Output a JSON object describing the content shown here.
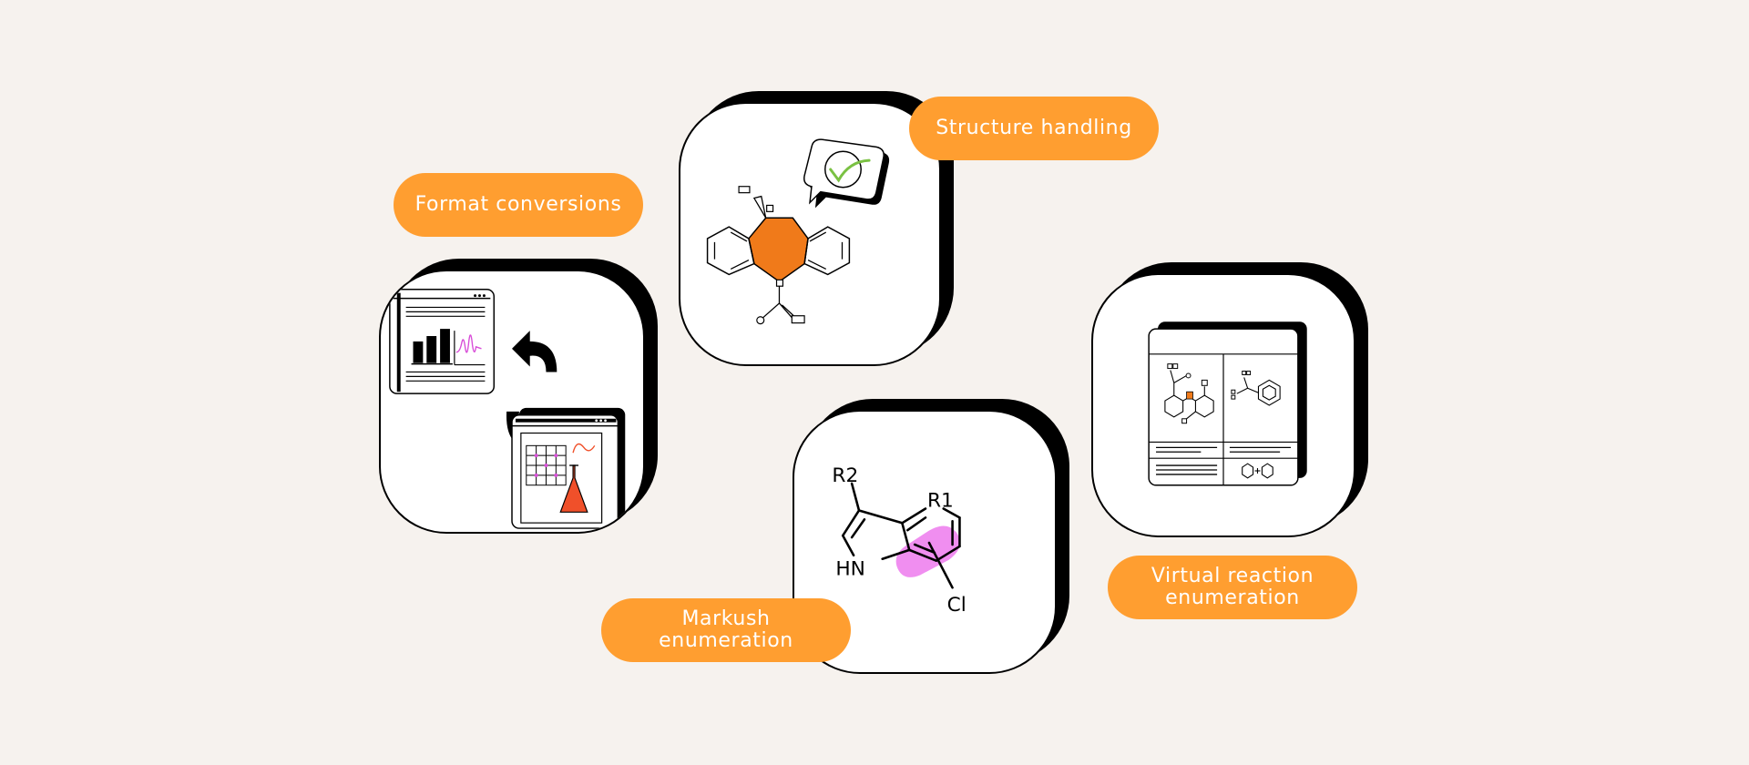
{
  "labels": {
    "structure_handling": "Structure handling",
    "format_conversions": "Format conversions",
    "markush_enumeration": "Markush enumeration",
    "virtual_reaction_line1": "Virtual reaction",
    "virtual_reaction_line2": "enumeration"
  },
  "markush": {
    "r2": "R2",
    "r1": "R1",
    "hn": "HN",
    "cl": "Cl"
  },
  "colors": {
    "background": "#f6f2ee",
    "pill": "#ff9e30",
    "ring_fill": "#f07a1a",
    "highlight": "#ee82ee",
    "check": "#7ac143",
    "flask": "#f0502a"
  }
}
